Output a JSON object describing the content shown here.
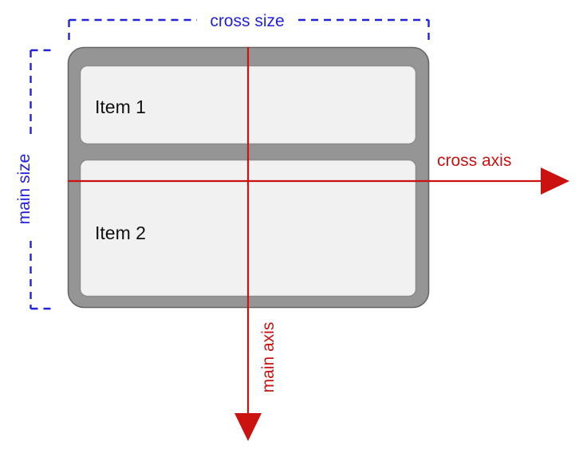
{
  "diagram": {
    "title": "flexbox main axis / cross axis diagram",
    "colors": {
      "annotation_blue": "#2222dd",
      "axis_red": "#cc1111",
      "container_fill": "#959595",
      "container_stroke": "#666666",
      "item_fill": "#f1f1f1",
      "item_stroke": "#8c8c8c",
      "background": "#ffffff",
      "item_text": "#111111"
    },
    "labels": {
      "cross_size": "cross size",
      "main_size": "main size",
      "cross_axis": "cross axis",
      "main_axis": "main axis"
    },
    "items": [
      {
        "label": "Item 1"
      },
      {
        "label": "Item 2"
      }
    ]
  }
}
